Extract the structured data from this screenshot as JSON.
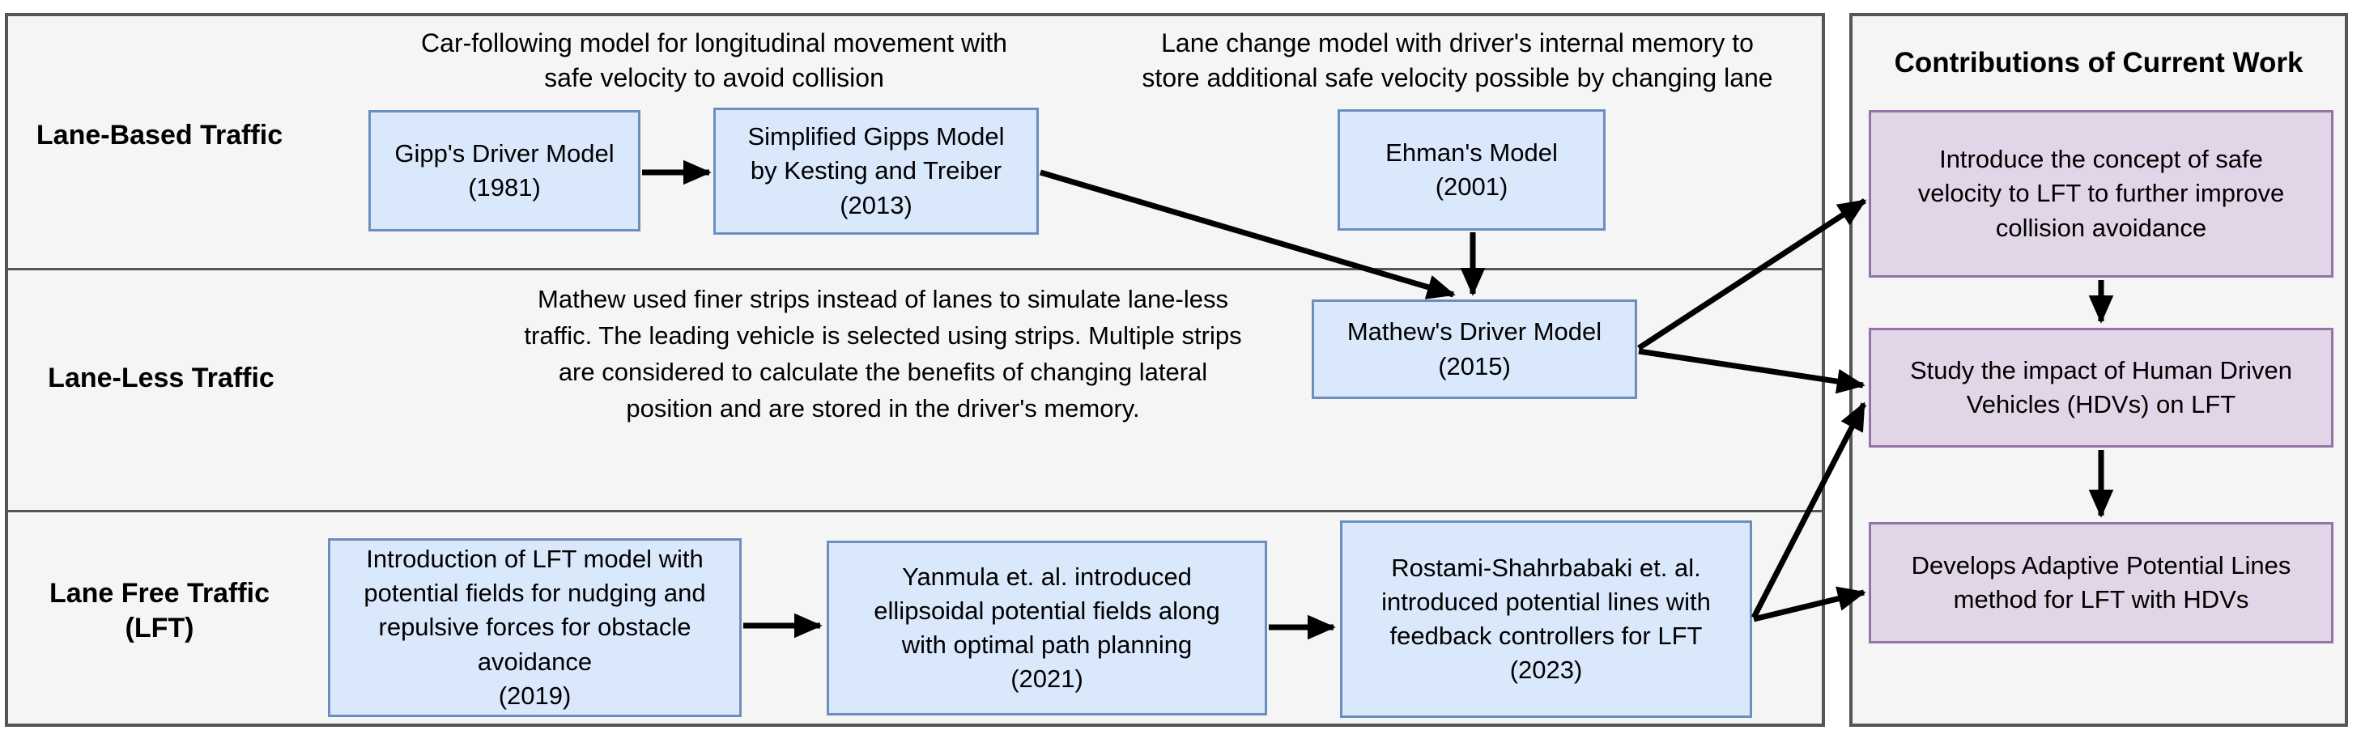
{
  "colors": {
    "page_bg": "#ffffff",
    "panel_bg": "#f5f5f5",
    "panel_border": "#555555",
    "blue_fill": "#dae8fc",
    "blue_border": "#6c8ebf",
    "purple_fill": "#e1d5e7",
    "purple_border": "#9673a6",
    "arrow": "#000000",
    "text": "#000000"
  },
  "timeline": {
    "rows": [
      {
        "label": "Lane-Based Traffic",
        "captions": [
          "Car-following model for longitudinal movement with\nsafe velocity to avoid collision",
          "Lane change model with driver's internal memory to\nstore additional safe velocity possible by changing lane"
        ],
        "nodes": [
          {
            "id": "gipps-driver-model",
            "text": "Gipp's Driver Model\n(1981)"
          },
          {
            "id": "simplified-gipps-model",
            "text": "Simplified Gipps Model\nby Kesting and Treiber\n(2013)"
          },
          {
            "id": "ehmans-model",
            "text": "Ehman's Model\n(2001)"
          }
        ]
      },
      {
        "label": "Lane-Less Traffic",
        "description": "Mathew used finer strips instead of lanes to simulate lane-less\ntraffic. The leading vehicle is selected using strips. Multiple strips\nare considered to calculate the benefits of changing lateral\nposition and are stored in the driver's memory.",
        "nodes": [
          {
            "id": "mathews-driver-model",
            "text": "Mathew's Driver Model\n(2015)"
          }
        ]
      },
      {
        "label": "Lane Free Traffic\n(LFT)",
        "nodes": [
          {
            "id": "lft-2019",
            "text": "Introduction of LFT model  with\npotential fields for nudging and\nrepulsive forces for obstacle\navoidance\n(2019)"
          },
          {
            "id": "lft-2021",
            "text": "Yanmula et. al. introduced\nellipsoidal potential fields along\nwith optimal path planning\n(2021)"
          },
          {
            "id": "lft-2023",
            "text": "Rostami-Shahrbabaki et. al.\nintroduced potential lines with\nfeedback controllers for LFT\n(2023)"
          }
        ]
      }
    ]
  },
  "contributions": {
    "title": "Contributions of Current Work",
    "nodes": [
      {
        "id": "contribution-safe-velocity",
        "text": "Introduce the concept of safe\nvelocity to LFT to further improve\ncollision avoidance"
      },
      {
        "id": "contribution-hdv-impact",
        "text": "Study the impact of Human Driven\nVehicles (HDVs) on LFT"
      },
      {
        "id": "contribution-adaptive-potential-lines",
        "text": "Develops Adaptive Potential Lines\nmethod for LFT with HDVs"
      }
    ]
  },
  "edges": [
    {
      "from": "gipps-driver-model",
      "to": "simplified-gipps-model"
    },
    {
      "from": "simplified-gipps-model",
      "to": "mathews-driver-model"
    },
    {
      "from": "ehmans-model",
      "to": "mathews-driver-model"
    },
    {
      "from": "mathews-driver-model",
      "to": "contribution-safe-velocity"
    },
    {
      "from": "mathews-driver-model",
      "to": "contribution-hdv-impact"
    },
    {
      "from": "lft-2019",
      "to": "lft-2021"
    },
    {
      "from": "lft-2021",
      "to": "lft-2023"
    },
    {
      "from": "lft-2023",
      "to": "contribution-hdv-impact"
    },
    {
      "from": "lft-2023",
      "to": "contribution-adaptive-potential-lines"
    },
    {
      "from": "contribution-safe-velocity",
      "to": "contribution-hdv-impact"
    },
    {
      "from": "contribution-hdv-impact",
      "to": "contribution-adaptive-potential-lines"
    }
  ]
}
